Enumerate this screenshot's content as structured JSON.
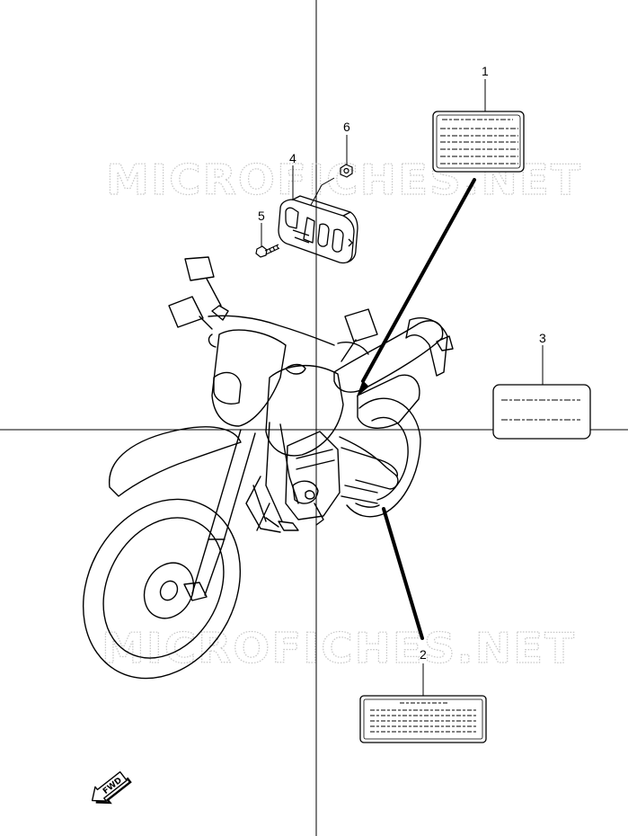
{
  "watermark": {
    "text": "MICROFICHES.NET"
  },
  "callouts": [
    {
      "id": "1",
      "label": "1"
    },
    {
      "id": "2",
      "label": "2"
    },
    {
      "id": "3",
      "label": "3"
    },
    {
      "id": "4",
      "label": "4"
    },
    {
      "id": "5",
      "label": "5"
    },
    {
      "id": "6",
      "label": "6"
    }
  ],
  "fwd_badge": {
    "text": "FWD"
  }
}
